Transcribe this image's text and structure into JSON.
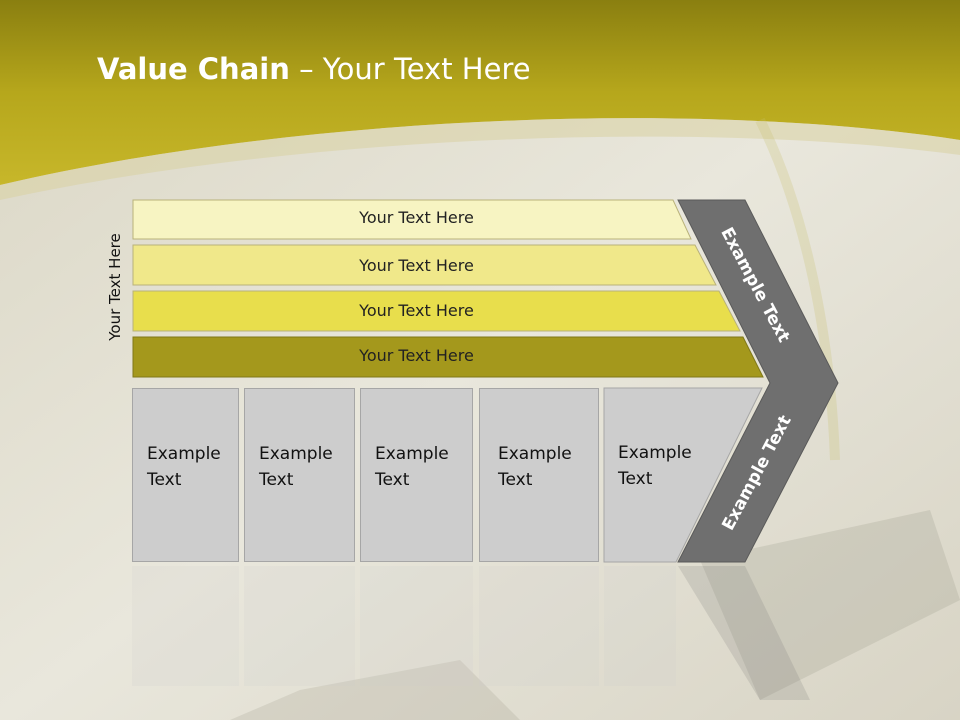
{
  "title": {
    "bold": "Value Chain",
    "rest": " – Your Text Here"
  },
  "side_label": "Your Text Here",
  "bars": [
    {
      "label": "Your Text Here"
    },
    {
      "label": "Your Text Here"
    },
    {
      "label": "Your Text Here"
    },
    {
      "label": "Your Text Here"
    }
  ],
  "boxes": [
    {
      "line1": "Example",
      "line2": "Text"
    },
    {
      "line1": "Example",
      "line2": "Text"
    },
    {
      "line1": "Example",
      "line2": "Text"
    },
    {
      "line1": "Example",
      "line2": "Text"
    },
    {
      "line1": "Example",
      "line2": "Text"
    }
  ],
  "arrow": {
    "upper_label": "Example Text",
    "lower_label": "Example Text"
  },
  "colors": {
    "header_olive": "#b3a41a",
    "bar1": "#f7f4c2",
    "bar2": "#f0e88a",
    "bar3": "#e8de4c",
    "bar4": "#a4981c",
    "box": "#cdcdcd",
    "arrow": "#6f6f6f"
  }
}
